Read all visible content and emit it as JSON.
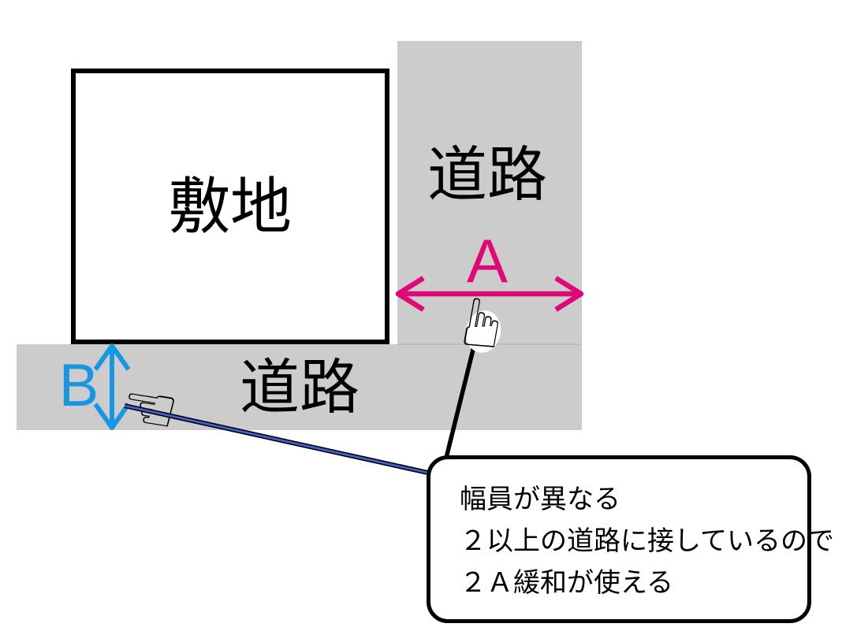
{
  "diagram": {
    "title_hint": "road-width-relaxation-diagram",
    "site": {
      "label": "敷地"
    },
    "roads": {
      "right_label": "道路",
      "bottom_label": "道路"
    },
    "dimensions": {
      "a_label": "A",
      "b_label": "B"
    },
    "icons": {
      "hand_up": "☝",
      "hand_left": "☜"
    },
    "colors": {
      "road_gray": "#cccccc",
      "dimension_a_pink": "#e00876",
      "dimension_b_blue": "#1797e2",
      "leader_blue": "#3c63d2",
      "outline_black": "#000000"
    },
    "callout": {
      "lines": [
        "幅員が異なる",
        "２以上の道路に接しているので",
        "２Ａ緩和が使える"
      ]
    }
  }
}
